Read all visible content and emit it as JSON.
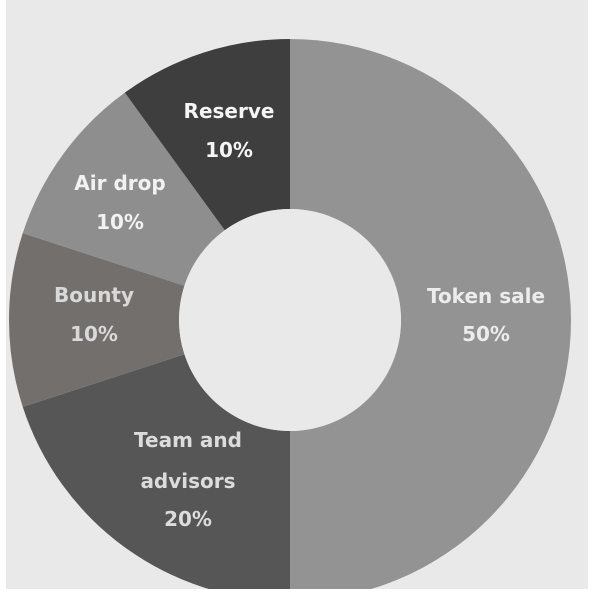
{
  "chart_data": {
    "type": "pie",
    "style": "donut",
    "title": "",
    "slices": [
      {
        "label": "Token sale",
        "value": 50,
        "value_text": "50%",
        "color": "#939393",
        "label_color": "#ececec"
      },
      {
        "label": "Team and advisors",
        "value": 20,
        "value_text": "20%",
        "color": "#575656",
        "label_color": "#dcdcdc"
      },
      {
        "label": "Bounty",
        "value": 10,
        "value_text": "10%",
        "color": "#736f6d",
        "label_color": "#d9d9d9"
      },
      {
        "label": "Air drop",
        "value": 10,
        "value_text": "10%",
        "color": "#8e8e8e",
        "label_color": "#f2f2f2"
      },
      {
        "label": "Reserve",
        "value": 10,
        "value_text": "10%",
        "color": "#3e3e3e",
        "label_color": "#f5f5f5"
      }
    ],
    "start_angle_deg": 0,
    "direction": "clockwise",
    "center_hole_color": "#e9e9e9",
    "background_color": "#e9e9e9"
  }
}
